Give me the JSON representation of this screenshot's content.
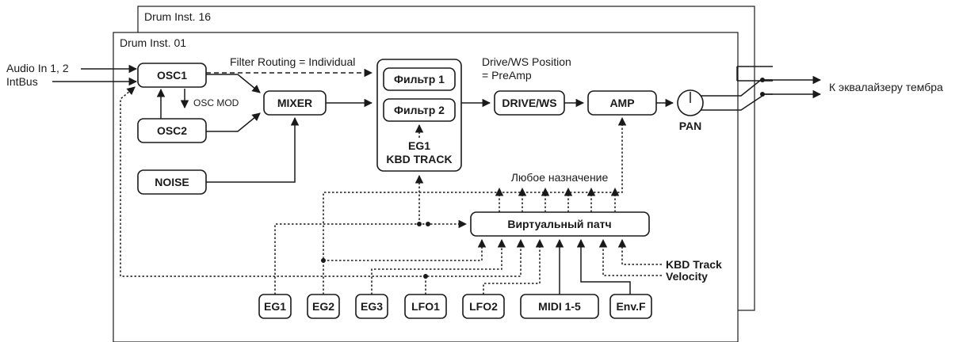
{
  "frames": {
    "back_label": "Drum Inst. 16",
    "front_label": "Drum Inst. 01"
  },
  "inputs": {
    "audio_in": "Audio In 1, 2",
    "intbus": "IntBus"
  },
  "blocks": {
    "osc1": "OSC1",
    "osc2": "OSC2",
    "noise": "NOISE",
    "mixer": "MIXER",
    "filter1": "Фильтр 1",
    "filter2": "Фильтр 2",
    "filter_mod_line1": "EG1",
    "filter_mod_line2": "KBD TRACK",
    "drive": "DRIVE/WS",
    "amp": "AMP",
    "pan": "PAN",
    "virtual_patch": "Виртуальный патч"
  },
  "annotations": {
    "osc_mod": "OSC MOD",
    "filter_routing": "Filter Routing = Individual",
    "drive_position_line1": "Drive/WS Position",
    "drive_position_line2": "= PreAmp",
    "any_destination": "Любое назначение",
    "output": "К эквалайзеру тембра"
  },
  "sources": [
    "EG1",
    "EG2",
    "EG3",
    "LFO1",
    "LFO2",
    "MIDI 1-5",
    "Env.F"
  ],
  "side_sources": {
    "kbd_track": "KBD Track",
    "velocity": "Velocity"
  }
}
